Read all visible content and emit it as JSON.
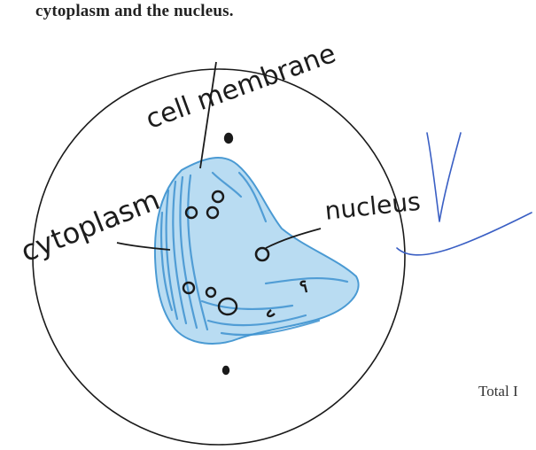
{
  "question": {
    "instruction_text": "cytoplasm and the nucleus."
  },
  "drawing": {
    "labels": {
      "cell_membrane": "cell membrane",
      "cytoplasm": "cytoplasm",
      "nucleus": "nucleus"
    },
    "cell_fill_color": "#5aa8dc",
    "ink_color": "#1c1c1c",
    "check_mark_color": "#3a5fc4"
  },
  "footer": {
    "total_label": "Total I"
  }
}
